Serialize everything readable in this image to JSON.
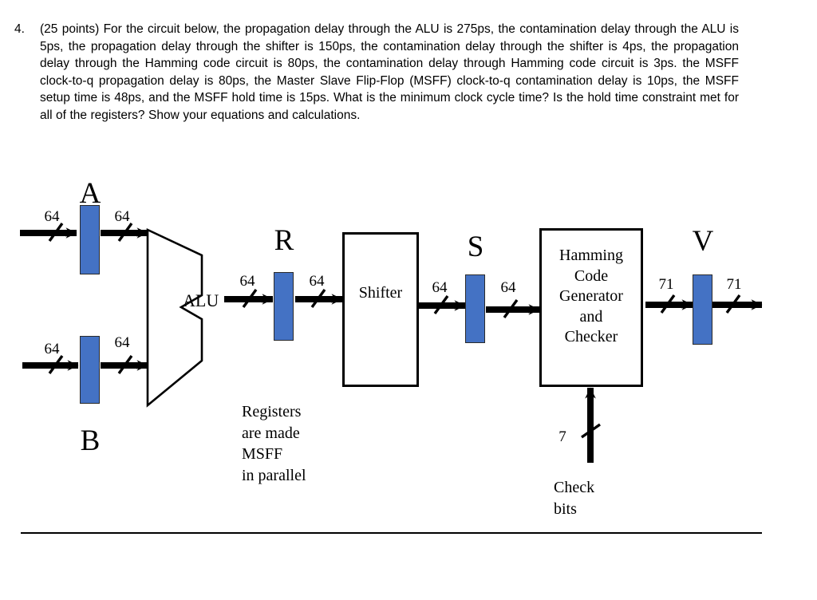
{
  "question": {
    "number": "4.",
    "body": "(25 points)   For the circuit below, the propagation delay through the ALU is 275ps, the contamination delay through the ALU is 5ps, the propagation delay through the shifter is 150ps, the contamination delay through the shifter is 4ps, the propagation delay through the Hamming code circuit is 80ps, the contamination delay through Hamming code circuit is 3ps. the MSFF clock-to-q propagation delay is 80ps, the Master Slave Flip-Flop (MSFF) clock-to-q contamination delay is 10ps, the MSFF setup time is 48ps, and the MSFF hold time is 15ps.  What is the minimum clock cycle time?   Is the hold time constraint met for all of the registers? Show your equations and calculations."
  },
  "diagram": {
    "registers": [
      {
        "id": "A",
        "label": "A",
        "color": "#4472C4"
      },
      {
        "id": "B",
        "label": "B",
        "color": "#4472C4"
      },
      {
        "id": "R",
        "label": "R",
        "color": "#4472C4"
      },
      {
        "id": "S",
        "label": "S",
        "color": "#4472C4"
      },
      {
        "id": "V",
        "label": "V",
        "color": "#4472C4"
      }
    ],
    "units": {
      "alu": "ALU",
      "shifter": "Shifter",
      "hamming": "Hamming\nCode\nGenerator\nand\nChecker"
    },
    "bus_labels": {
      "a_in": "64",
      "a_out": "64",
      "b_in": "64",
      "b_out": "64",
      "alu_out": "64",
      "r_out": "64",
      "shifter_out": "64",
      "s_out": "64",
      "hamming_out": "71",
      "v_out": "71",
      "check_bits": "7"
    },
    "notes": {
      "registers_note": "Registers\nare made\nMSFF\nin parallel",
      "check_bits_label": "Check\nbits"
    }
  }
}
